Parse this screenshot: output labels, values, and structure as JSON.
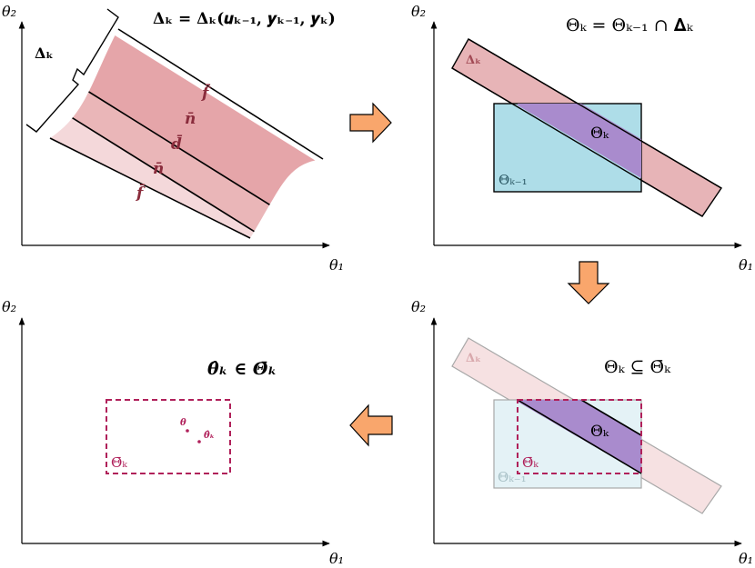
{
  "panel1": {
    "xlabel": "θ₁",
    "ylabel": "θ₂",
    "formula": "𝚫ₖ = 𝚫ₖ(𝒖ₖ₋₁, 𝒚ₖ₋₁, 𝒚ₖ)",
    "brace_label": "𝚫ₖ",
    "band_labels": [
      "f̄",
      "n̄",
      "d̄",
      "n̄",
      "f̄"
    ],
    "band_colors": [
      "#e5a5a9",
      "#eab6b8",
      "#f4d8da",
      "#eab6b8",
      "#e5a5a9"
    ]
  },
  "panel2": {
    "xlabel": "θ₁",
    "ylabel": "θ₂",
    "formula": "Θₖ = Θₖ₋₁ ∩ 𝚫ₖ",
    "band_label": "𝚫ₖ",
    "box_label": "Θₖ₋₁",
    "intersection_label": "Θₖ"
  },
  "panel3": {
    "xlabel": "θ₁",
    "ylabel": "θ₂",
    "formula": "Θₖ ⊆ Θ̄ₖ",
    "band_label": "𝚫ₖ",
    "box_label": "Θₖ₋₁",
    "intersection_label": "Θₖ",
    "outer_box_label": "Θ̄ₖ"
  },
  "panel4": {
    "xlabel": "θ₁",
    "ylabel": "θ₂",
    "formula": "θ̂ₖ ∈ Θ̄ₖ",
    "box_label": "Θ̄ₖ",
    "point_true_label": "θ",
    "point_est_label": "θ̂ₖ"
  },
  "colors": {
    "band": "#e7b4b7",
    "band_light": "#f6e1e2",
    "box": "#aedde8",
    "box_light": "#e4f2f6",
    "intersection": "#a98bcd",
    "dashed": "#b0205a",
    "arrow": "#f9a66c",
    "label_red": "#8a2c3c"
  },
  "arrows": [
    "right",
    "down",
    "left"
  ]
}
